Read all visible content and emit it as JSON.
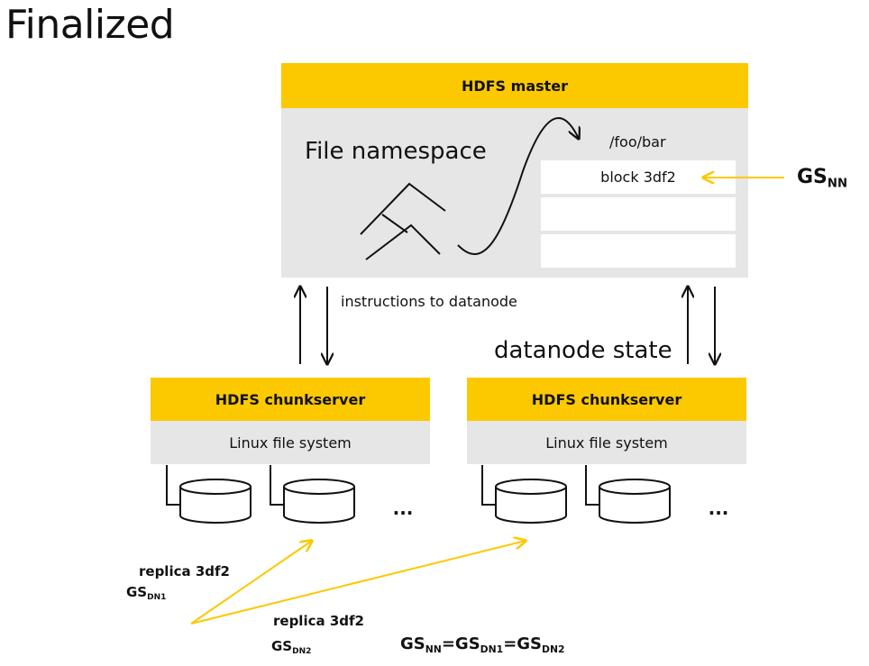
{
  "title": "Finalized",
  "master": {
    "header": "HDFS master",
    "namespace_label": "File namespace",
    "path": "/foo/bar",
    "block": "block 3df2",
    "gs": "GS",
    "gs_sub": "NN"
  },
  "links": {
    "instructions": "instructions to datanode",
    "state": "datanode state"
  },
  "chunkservers": [
    {
      "header": "HDFS chunkserver",
      "fs": "Linux file system",
      "ellipsis": "..."
    },
    {
      "header": "HDFS chunkserver",
      "fs": "Linux file system",
      "ellipsis": "..."
    }
  ],
  "replicas": [
    {
      "label": "replica 3df2",
      "gs": "GS",
      "gs_sub": "DN1"
    },
    {
      "label": "replica 3df2",
      "gs": "GS",
      "gs_sub": "DN2"
    }
  ],
  "equation": {
    "gs": "GS",
    "sub1": "NN",
    "eq1": "=",
    "sub2": "DN1",
    "eq2": "=",
    "sub3": "DN2"
  },
  "colors": {
    "accent": "#fcc800",
    "box": "#e6e6e6",
    "ink": "#111111"
  }
}
